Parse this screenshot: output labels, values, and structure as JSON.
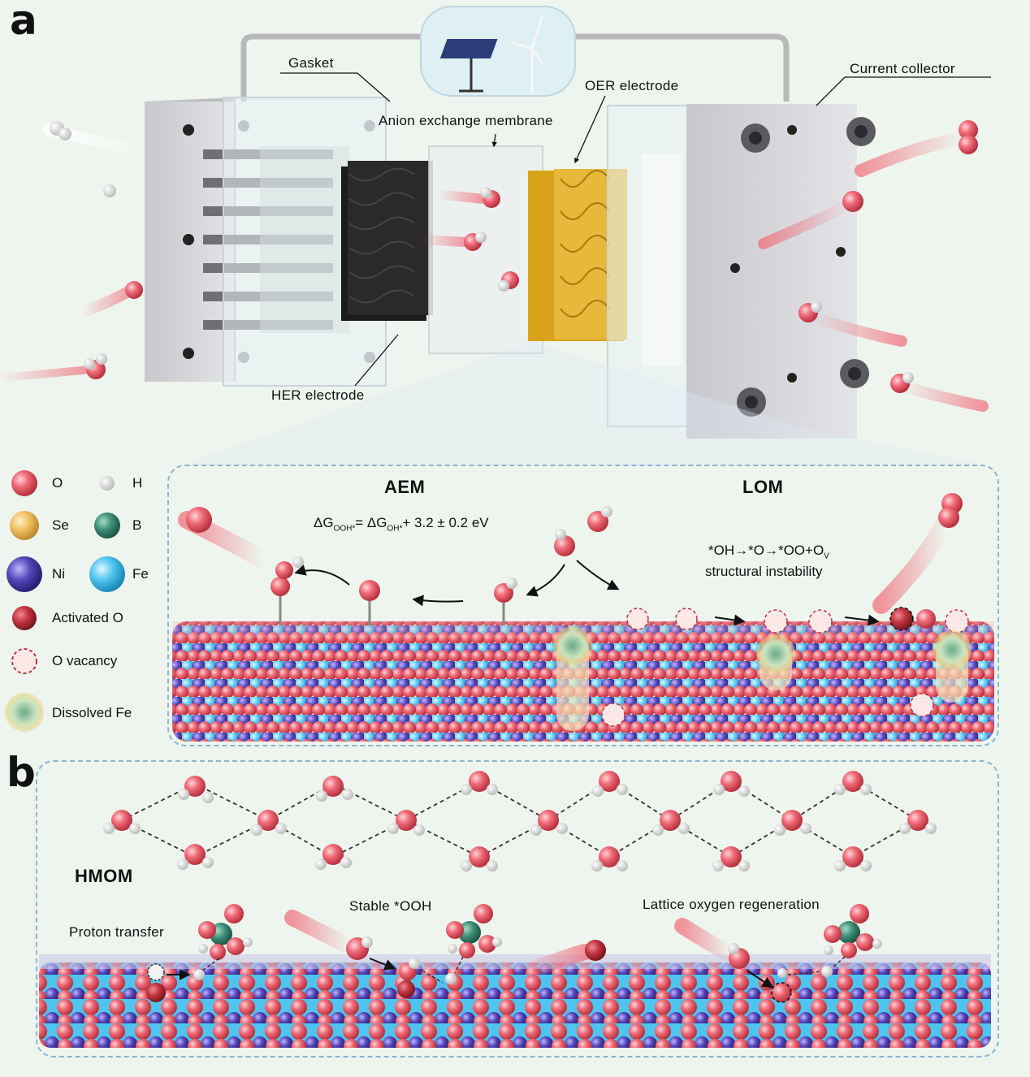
{
  "panel_a": {
    "letter": "a",
    "labels": {
      "gasket": "Gasket",
      "current_collector": "Current collector",
      "oer_electrode": "OER electrode",
      "anion_exchange_membrane": "Anion exchange membrane",
      "her_electrode": "HER electrode"
    },
    "legend": [
      {
        "key": "o",
        "label": "O",
        "color": "#f06b78"
      },
      {
        "key": "h",
        "label": "H",
        "color": "#f2f2f2"
      },
      {
        "key": "se",
        "label": "Se",
        "color": "#f0c060"
      },
      {
        "key": "b",
        "label": "B",
        "color": "#3f8f78"
      },
      {
        "key": "ni",
        "label": "Ni",
        "color": "#5546b8"
      },
      {
        "key": "fe",
        "label": "Fe",
        "color": "#4fc4ef"
      },
      {
        "key": "activated_o",
        "label": "Activated O",
        "color": "#c23440"
      },
      {
        "key": "o_vacancy",
        "label": "O vacancy",
        "color": "#fbe3e3"
      },
      {
        "key": "dissolved_fe",
        "label": "Dissolved Fe",
        "color": "#9fd0b0"
      }
    ],
    "mechanism": {
      "aem_title": "AEM",
      "lom_title": "LOM",
      "aem_eq": {
        "d1": "ΔG",
        "sub1": "OOH*",
        "mid": "= ΔG",
        "sub2": "OH*",
        "tail": "+ 3.2 ±  0.2 eV"
      },
      "lom_eq": {
        "main": "*OH→*O→*OO+O",
        "sub": "V"
      },
      "lom_note": "structural instability"
    }
  },
  "panel_b": {
    "letter": "b",
    "title": "HMOM",
    "labels": {
      "proton_transfer": "Proton transfer",
      "stable_ooh": "Stable *OOH",
      "lattice_regen": "Lattice oxygen regeneration"
    }
  }
}
